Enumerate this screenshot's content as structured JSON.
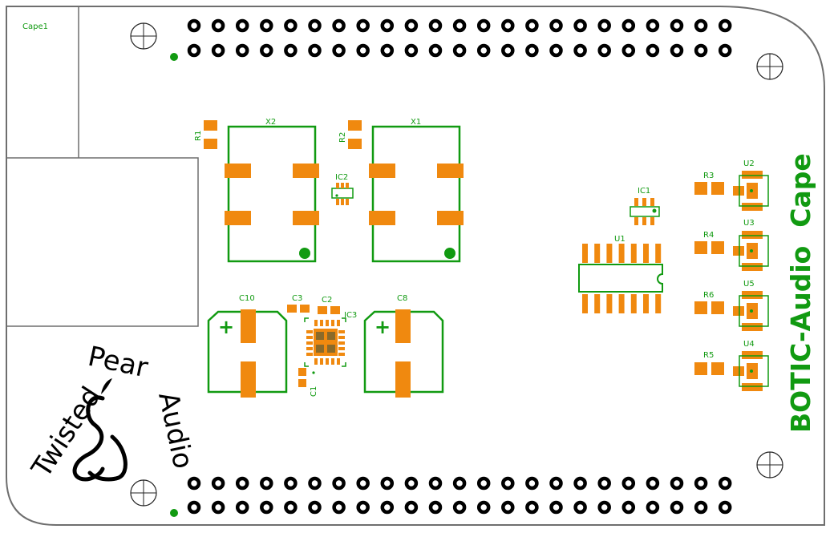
{
  "board": {
    "outline_color": "#6e6e6e",
    "silk_color": "#119a11",
    "pad_color": "#f0890f",
    "hole_color": "#000000",
    "logo_color": "#000000"
  },
  "labels": {
    "cape": "Cape1",
    "title": "BOTIC-Audio  Cape",
    "brand_line1": "Twisted",
    "brand_line2": "Pear",
    "brand_line3": "Audio",
    "r1": "R1",
    "r2": "R2",
    "x1": "X1",
    "x2": "X2",
    "ic1": "IC1",
    "ic2": "IC2",
    "ic3": "IC3",
    "u1": "U1",
    "u2": "U2",
    "u3": "U3",
    "u4": "U4",
    "u5": "U5",
    "r3": "R3",
    "r4": "R4",
    "r5": "R5",
    "r6": "R6",
    "c1": "C1",
    "c2": "C2",
    "c3": "C3",
    "c8": "C8",
    "c10": "C10",
    "plus": "+"
  },
  "headers": {
    "pins_per_row": 23,
    "rows_per_header": 2,
    "count": 2
  }
}
